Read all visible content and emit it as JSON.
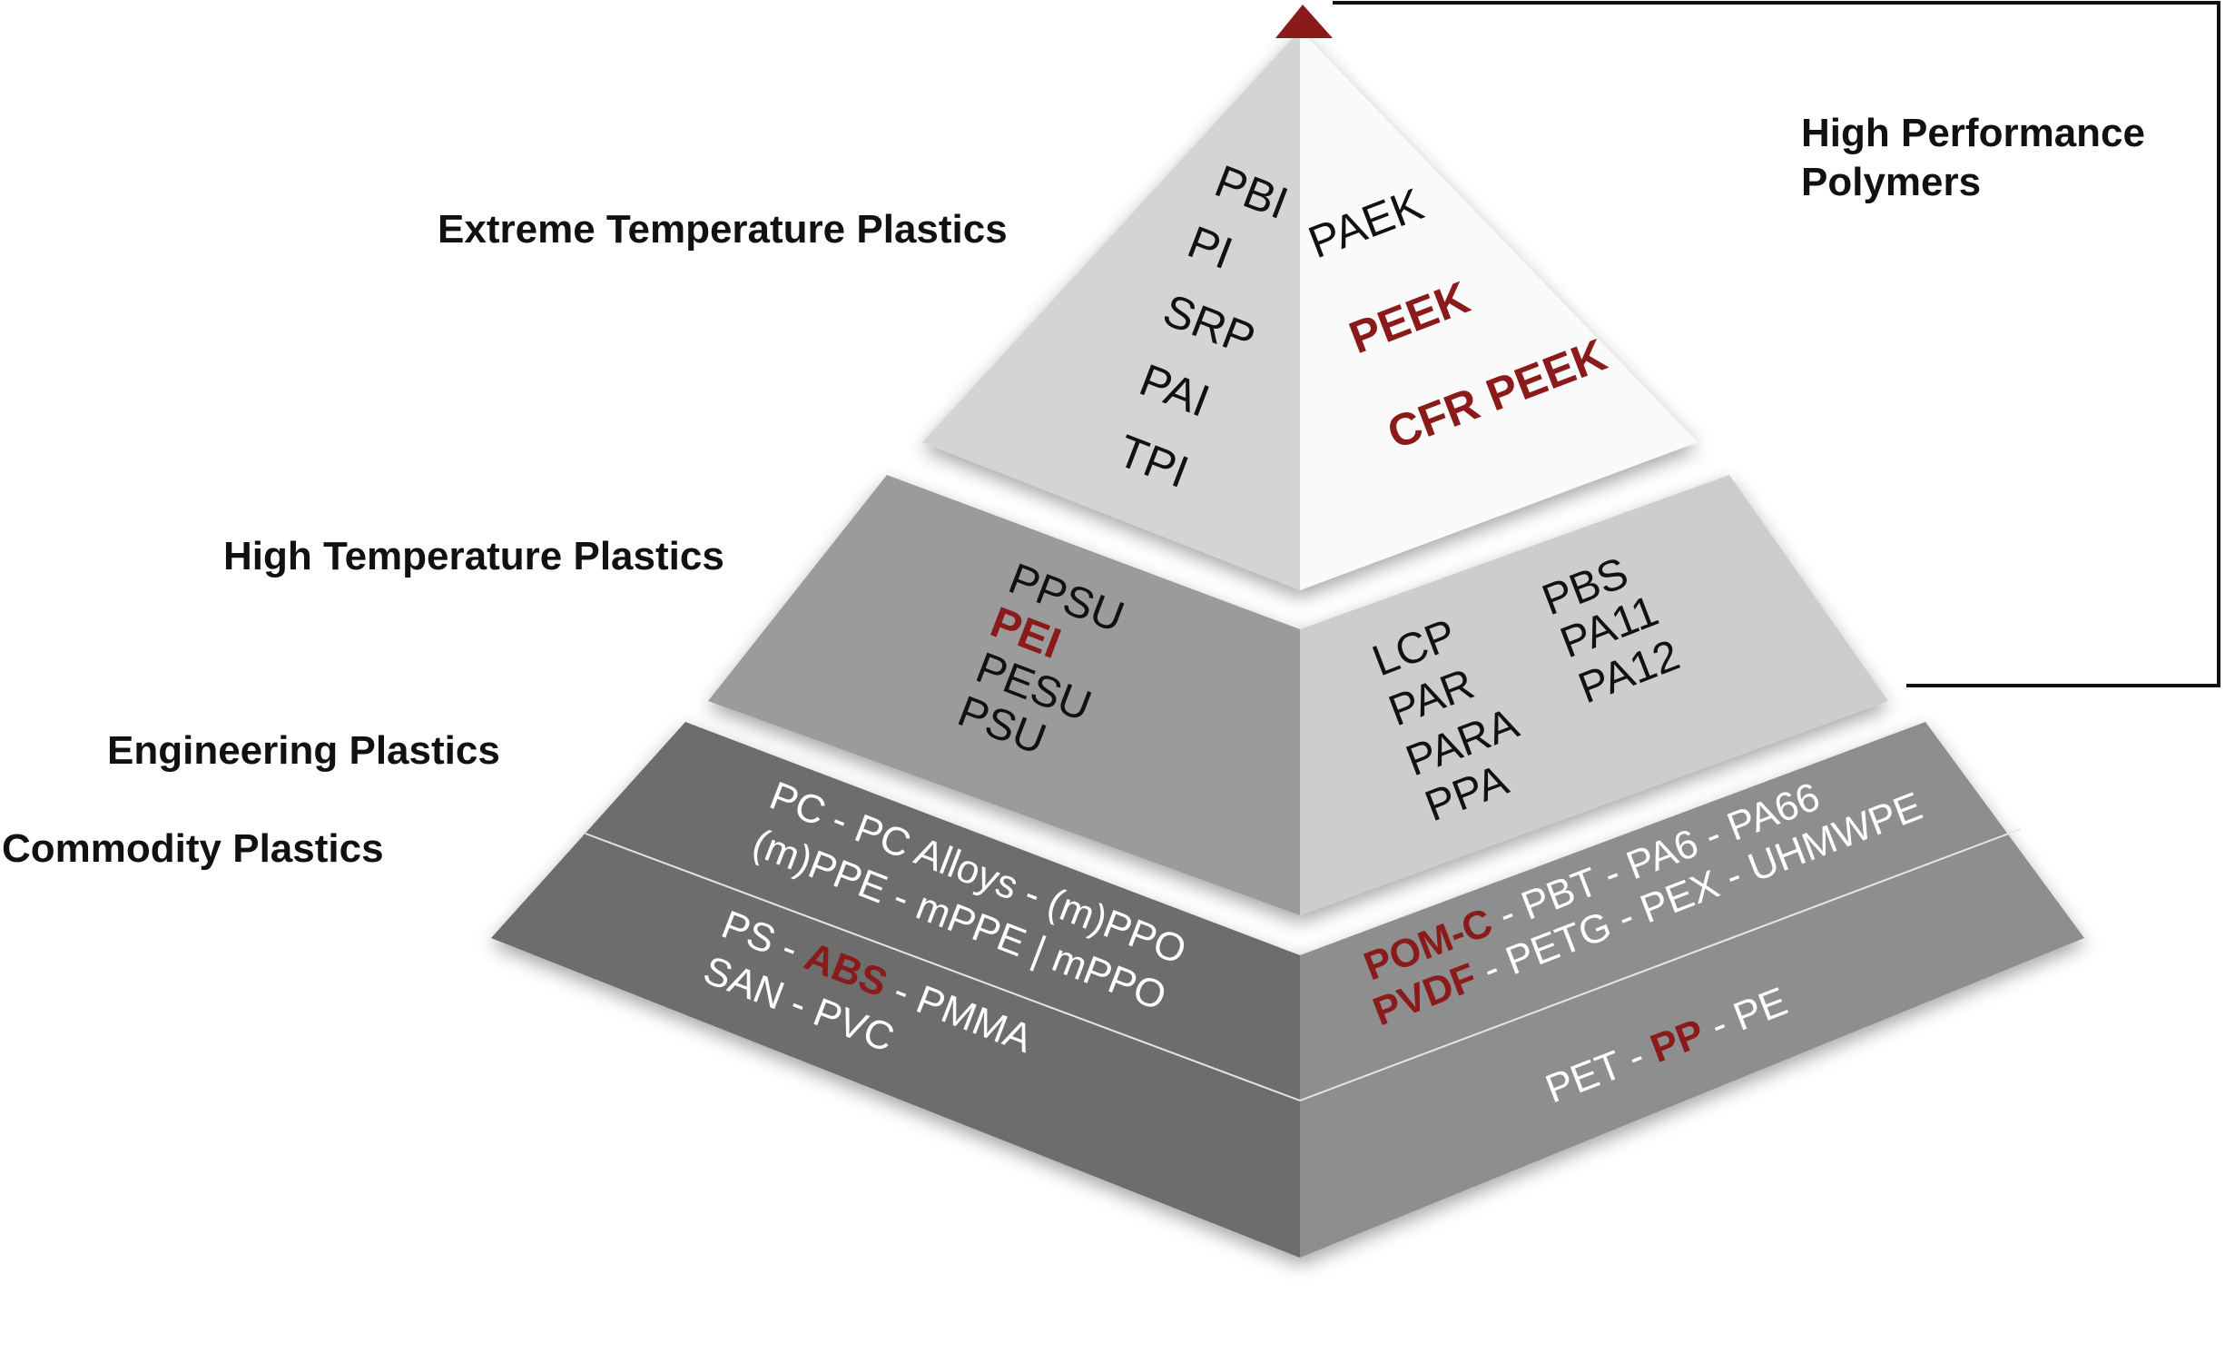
{
  "labels": {
    "extreme": "Extreme Temperature Plastics",
    "high_temp": "High Temperature Plastics",
    "engineering": "Engineering Plastics",
    "commodity": "Commodity Plastics",
    "hpp_line1": "High Performance",
    "hpp_line2": "Polymers"
  },
  "top_left": [
    "PBI",
    "PI",
    "SRP",
    "PAI",
    "TPI"
  ],
  "top_right": {
    "paek": "PAEK",
    "peek": "PEEK",
    "cfr_peek": "CFR PEEK"
  },
  "mid_left": {
    "ppsu": "PPSU",
    "pei": "PEI",
    "pesu": "PESU",
    "psu": "PSU"
  },
  "mid_right_col1": [
    "LCP",
    "PAR",
    "PARA",
    "PPA"
  ],
  "mid_right_col2": [
    "PBS",
    "PA11",
    "PA12"
  ],
  "eng_left": {
    "line1": "PC - PC Alloys - (m)PPO",
    "line2": "(m)PPE - mPPE | mPPO"
  },
  "eng_right": {
    "line1_hl": "POM-C",
    "line1_rest": " - PBT - PA6 - PA66",
    "line2_hl": "PVDF",
    "line2_rest": " - PETG - PEX - UHMWPE"
  },
  "com_left": {
    "line1_a": "PS - ",
    "line1_hl": "ABS",
    "line1_b": " - PMMA",
    "line2": "SAN - PVC"
  },
  "com_right": {
    "a": "PET - ",
    "hl": "PP",
    "b": " - PE"
  },
  "colors": {
    "accent_red": "#8b1a1a",
    "top_left_face": "#d4d4d4",
    "top_right_face": "#fafafa",
    "mid_left_face": "#9b9b9b",
    "mid_right_face": "#cdcdcd",
    "base_left_face": "#6d6d6d",
    "base_right_face": "#8e8e8e"
  }
}
